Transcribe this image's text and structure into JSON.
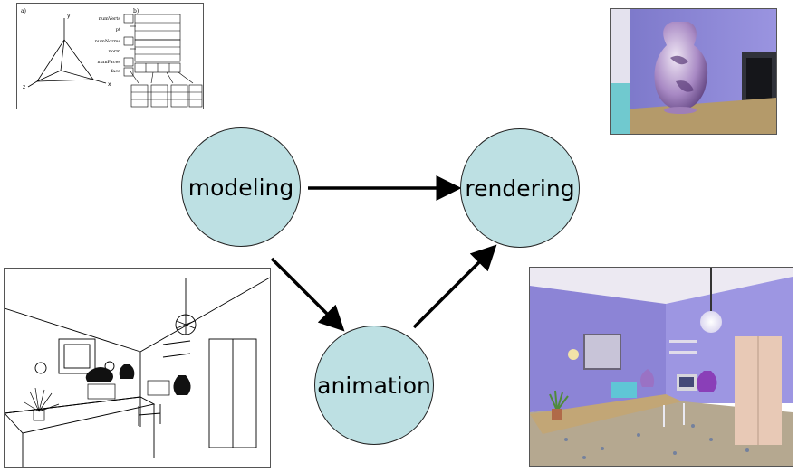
{
  "nodes": {
    "modeling": "modeling",
    "rendering": "rendering",
    "animation": "animation"
  },
  "mesh_diagram": {
    "panel_a_label": "a)",
    "panel_b_label": "b)",
    "axis_y": "y",
    "axis_z": "z",
    "axis_x": "x",
    "field_labels": [
      "numVerts",
      "pt",
      "numNorms",
      "norm",
      "numFaces",
      "face"
    ]
  },
  "colors": {
    "node_fill": "#bde0e3",
    "node_stroke": "#222222",
    "arrow": "#000000",
    "wall": "#8f88d8",
    "vase": "#8a6aa8"
  }
}
